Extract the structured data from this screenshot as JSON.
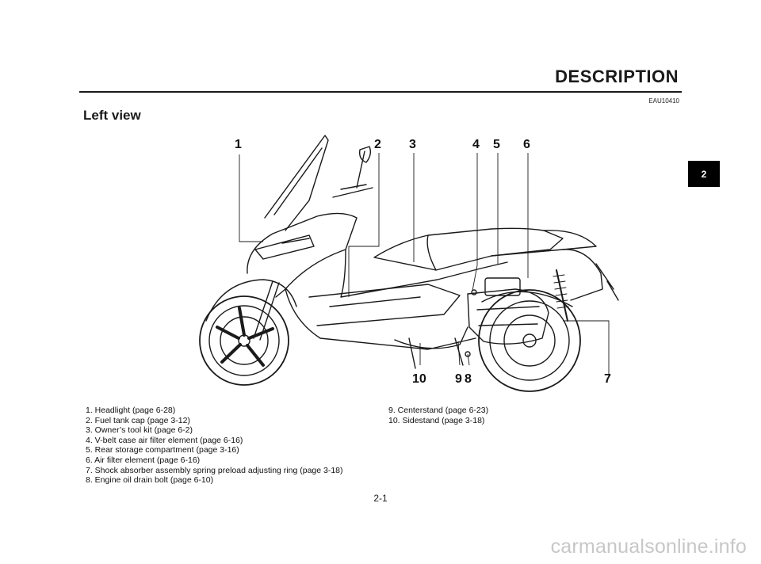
{
  "page": {
    "section_title": "DESCRIPTION",
    "doc_code": "EAU10410",
    "heading": "Left view",
    "chapter_tab": "2",
    "page_number": "2-1",
    "watermark": "carmanualsonline.info"
  },
  "figure": {
    "callouts": [
      "1",
      "2",
      "3",
      "4",
      "5",
      "6",
      "7",
      "8",
      "9",
      "10"
    ]
  },
  "captions": {
    "left": [
      "1. Headlight (page 6-28)",
      "2. Fuel tank cap (page 3-12)",
      "3. Owner’s tool kit (page 6-2)",
      "4. V-belt case air filter element (page 6-16)",
      "5. Rear storage compartment (page 3-16)",
      "6. Air filter element (page 6-16)",
      "7. Shock absorber assembly spring preload adjusting ring (page 3-18)",
      "8. Engine oil drain bolt (page 6-10)"
    ],
    "right": [
      "9. Centerstand (page 6-23)",
      "10. Sidestand (page 3-18)"
    ]
  },
  "colors": {
    "ink": "#1a1a1a",
    "tab_background": "#000000",
    "watermark": "#c7c7c7"
  }
}
